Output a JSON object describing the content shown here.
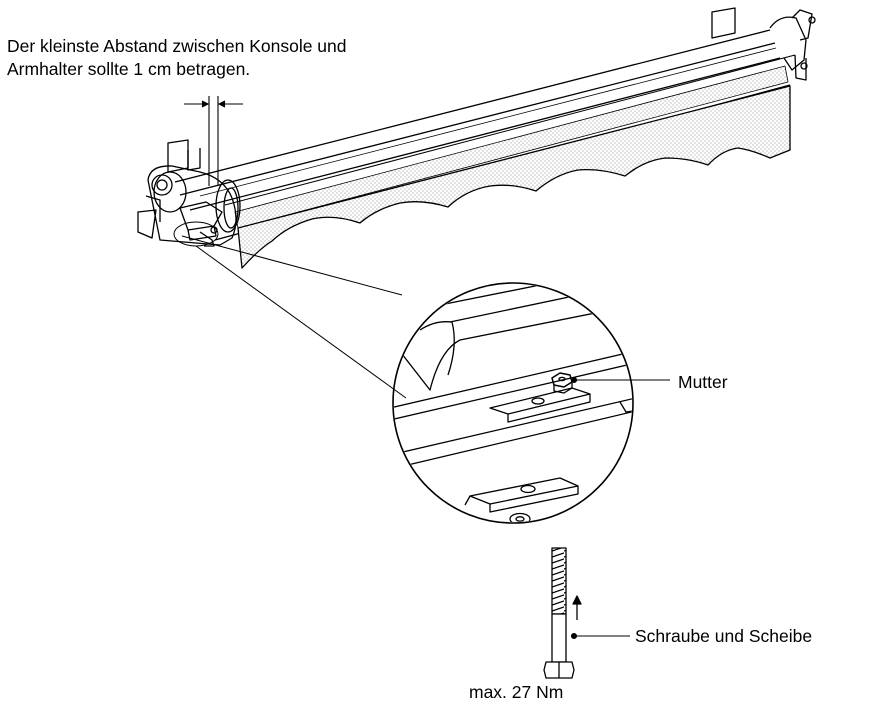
{
  "labels": {
    "note_line1": "Der kleinste Abstand zwischen Konsole und",
    "note_line2": "Armhalter sollte 1 cm betragen.",
    "nut": "Mutter",
    "bolt_washer": "Schraube und Scheibe",
    "torque": "max. 27 Nm"
  },
  "colors": {
    "line": "#000000",
    "fabric": "#d8d8d8",
    "background": "#ffffff"
  }
}
